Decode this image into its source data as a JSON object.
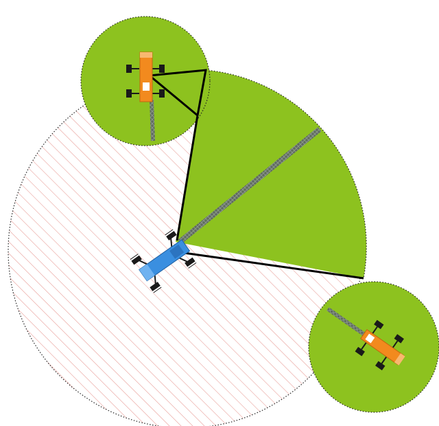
{
  "diagram": {
    "colors": {
      "background": "#ffffff",
      "green_area": "#8dc21f",
      "hatch": "#e9a09a",
      "dotted_outline": "#222222",
      "connector": "#000000",
      "boom": "#5f6b5f",
      "center_crane": "#3a8fe0",
      "corner_crane": "#f28a1e",
      "outrigger_pad": "#1a1a1a"
    },
    "elements": {
      "swing_zone": "hatched-swing-zone",
      "working_sector": "working-sector",
      "left_circle": "corner-working-circle-top",
      "right_circle": "corner-working-circle-right",
      "center_crane": "center-crane-icon",
      "top_crane": "top-crane-icon",
      "right_crane": "right-crane-icon"
    }
  }
}
